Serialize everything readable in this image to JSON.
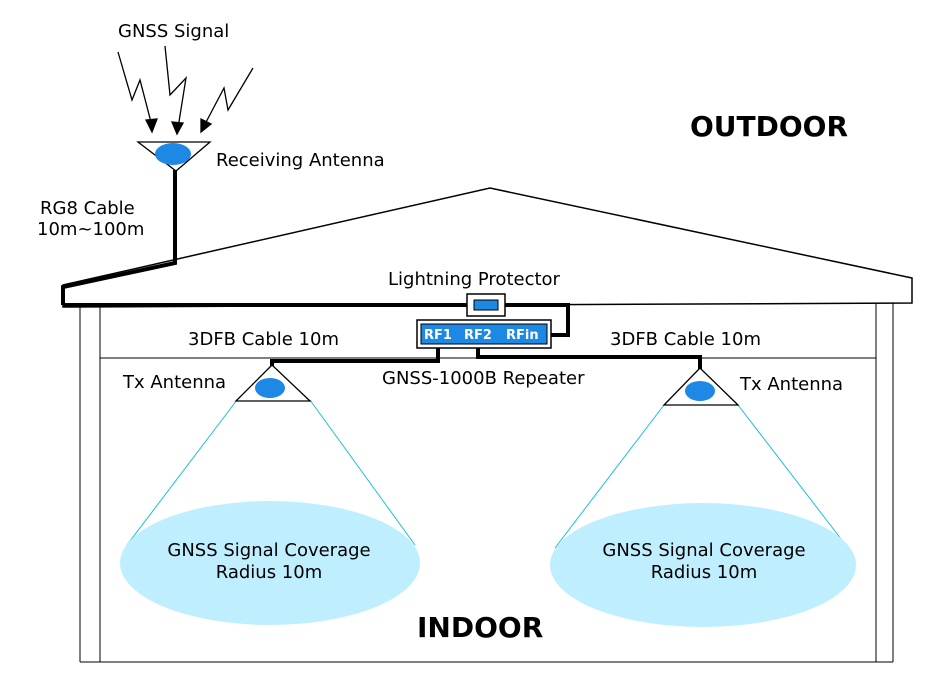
{
  "labels": {
    "gnss_signal": "GNSS Signal",
    "receiving_antenna": "Receiving Antenna",
    "rg8_cable_line1": "RG8 Cable",
    "rg8_cable_line2": "10m~100m",
    "outdoor": "OUTDOOR",
    "lightning_protector": "Lightning Protector",
    "cable_left": "3DFB Cable 10m",
    "cable_right": "3DFB Cable 10m",
    "repeater": "GNSS-1000B Repeater",
    "tx_antenna_left": "Tx Antenna",
    "tx_antenna_right": "Tx Antenna",
    "coverage_left_line1": "GNSS Signal Coverage",
    "coverage_left_line2": "Radius 10m",
    "coverage_right_line1": "GNSS Signal Coverage",
    "coverage_right_line2": "Radius 10m",
    "indoor": "INDOOR"
  },
  "ports": {
    "rf1": "RF1",
    "rf2": "RF2",
    "rfin": "RFin"
  },
  "colors": {
    "antenna_blue": "#1e88e5",
    "port_blue": "#1e88e5",
    "coverage_fill": "#bfefff",
    "coverage_line": "#1bbfd6",
    "cable": "#000000"
  }
}
